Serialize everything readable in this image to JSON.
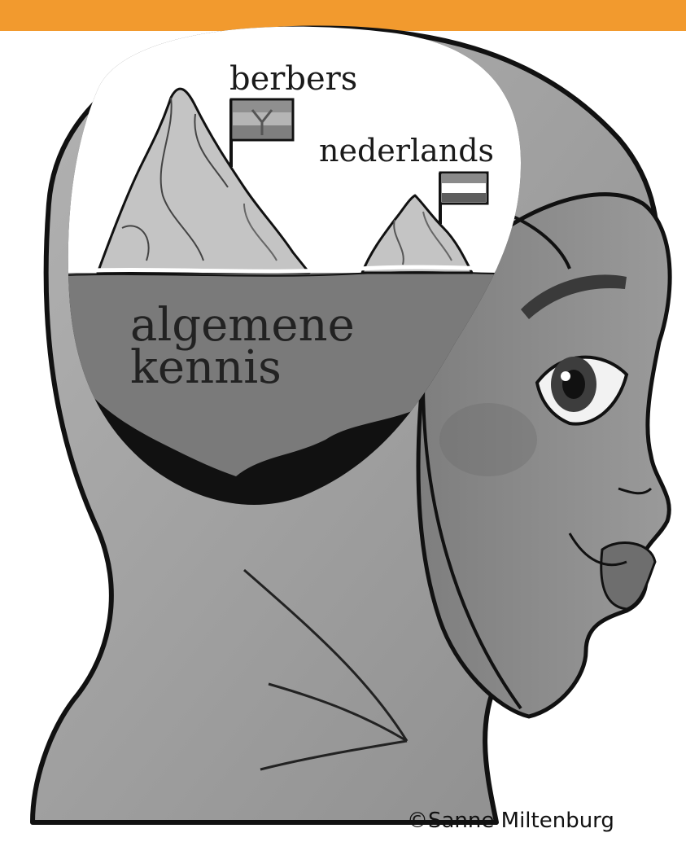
{
  "labels": {
    "mountain_large": "berbers",
    "mountain_small": "nederlands",
    "underwater": [
      "algemene",
      "kennis"
    ]
  },
  "credit": "©Sanne Miltenburg",
  "colors": {
    "banner": "#f29a2e",
    "outline": "#111111",
    "skin": "#8f8f8f",
    "hood": "#a9a9a9",
    "water": "#7a7a7a",
    "mountain": "#c4c4c4",
    "mountain_shadow": "#9a9a9a"
  }
}
